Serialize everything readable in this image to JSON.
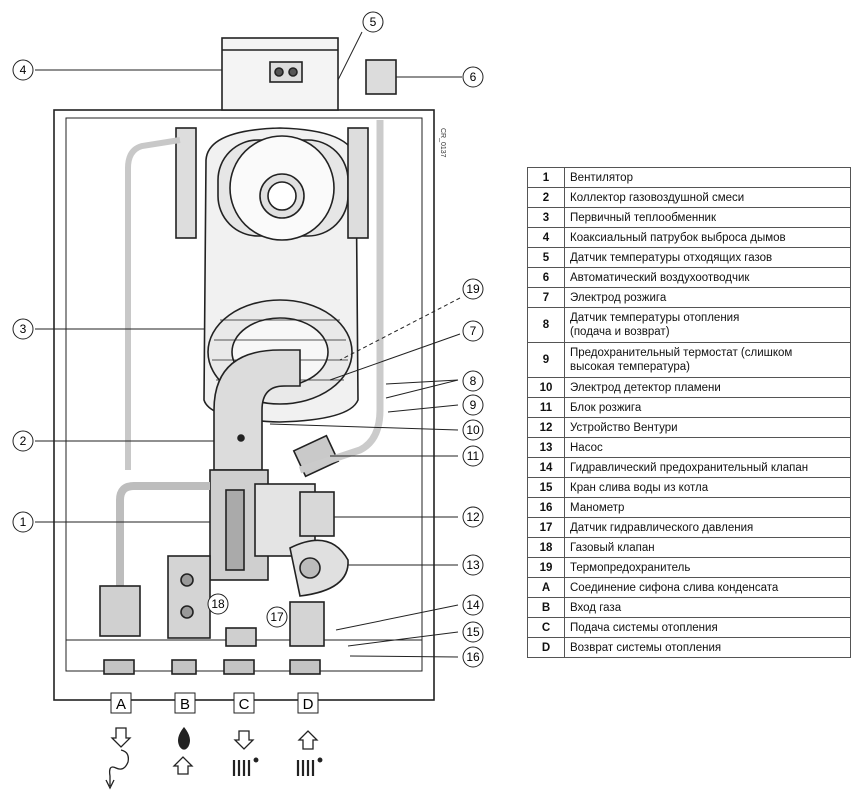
{
  "diagram": {
    "drawing_code": "CR_0137",
    "callouts": [
      "1",
      "2",
      "3",
      "4",
      "5",
      "6",
      "7",
      "8",
      "9",
      "10",
      "11",
      "12",
      "13",
      "14",
      "15",
      "16",
      "17",
      "18",
      "19"
    ],
    "connections": [
      "A",
      "B",
      "C",
      "D"
    ]
  },
  "legend": [
    {
      "key": "1",
      "text": "Вентилятор"
    },
    {
      "key": "2",
      "text": "Коллектор газовоздушной смеси"
    },
    {
      "key": "3",
      "text": "Первичный теплообменник"
    },
    {
      "key": "4",
      "text": "Коаксиальный патрубок выброса дымов"
    },
    {
      "key": "5",
      "text": "Датчик температуры отходящих газов"
    },
    {
      "key": "6",
      "text": "Автоматический воздухоотводчик"
    },
    {
      "key": "7",
      "text": "Электрод розжига"
    },
    {
      "key": "8",
      "text": "Датчик температуры отопления",
      "text2": "(подача и возврат)"
    },
    {
      "key": "9",
      "text": "Предохранительный термостат (слишком",
      "text2": "высокая температура)"
    },
    {
      "key": "10",
      "text": "Электрод детектор пламени"
    },
    {
      "key": "11",
      "text": "Блок розжига"
    },
    {
      "key": "12",
      "text": "Устройство Вентури"
    },
    {
      "key": "13",
      "text": "Насос"
    },
    {
      "key": "14",
      "text": "Гидравлический предохранительный клапан"
    },
    {
      "key": "15",
      "text": "Кран слива воды из котла"
    },
    {
      "key": "16",
      "text": "Манометр"
    },
    {
      "key": "17",
      "text": "Датчик гидравлического давления"
    },
    {
      "key": "18",
      "text": "Газовый клапан"
    },
    {
      "key": "19",
      "text": "Термопредохранитель"
    },
    {
      "key": "A",
      "text": "Соединение сифона слива конденсата"
    },
    {
      "key": "B",
      "text": "Вход газа"
    },
    {
      "key": "C",
      "text": "Подача системы отопления"
    },
    {
      "key": "D",
      "text": "Возврат системы отопления"
    }
  ]
}
